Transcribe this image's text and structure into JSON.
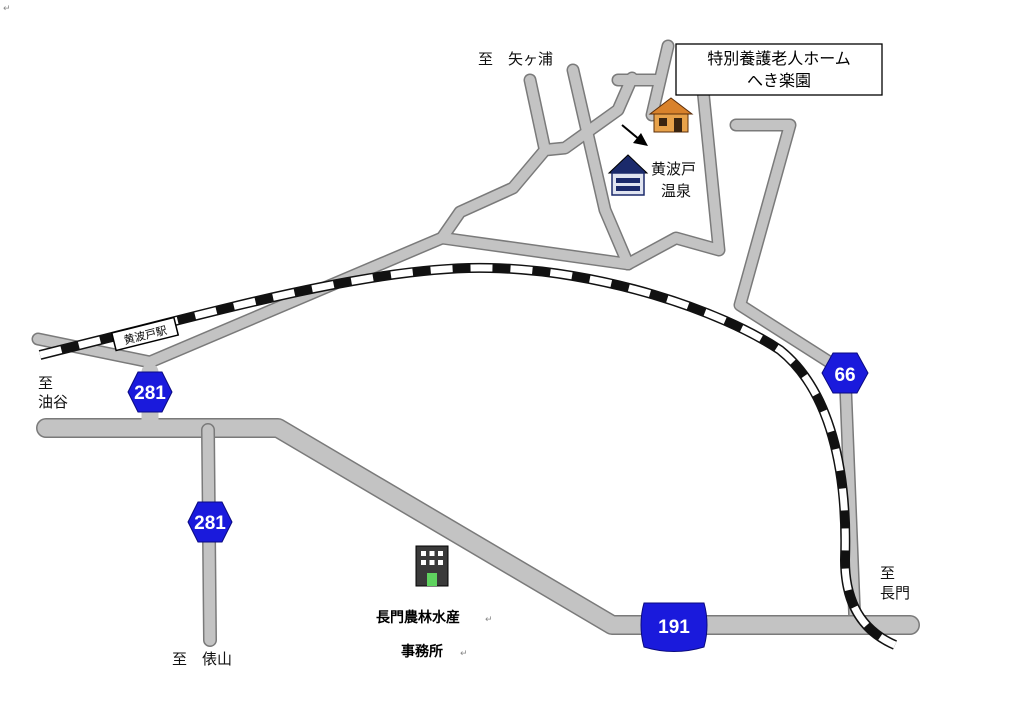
{
  "labels": {
    "to_yakeura": "至　矢ヶ浦",
    "to_aburatani_line1": "至",
    "to_aburatani_line2": "油谷",
    "to_nagato_line1": "至",
    "to_nagato_line2": "長門",
    "to_tawarayama": "至　俵山",
    "onsen_line1": "黄波戸",
    "onsen_line2": "温泉",
    "office_line1": "長門農林水産",
    "office_line2": "事務所",
    "station": "黄波戸駅"
  },
  "nursing_home": {
    "line1": "特別養護老人ホーム",
    "line2": "へき楽園"
  },
  "shields": {
    "r281_upper": "281",
    "r281_lower": "281",
    "r66": "66",
    "r191": "191"
  },
  "return_marks": {
    "top_left": "↵",
    "office_line1": "↵",
    "office_line2": "↵"
  },
  "colors": {
    "road_fill": "#c3c3c3",
    "road_edge": "#7a7a7a",
    "shield": "#1a1adc",
    "rail_dark": "#111111",
    "building_orange": "#d9822b",
    "building_navy": "#1b2a6b"
  },
  "icons": {
    "nursing_home": "house-icon",
    "onsen": "onsen-building-icon",
    "office": "office-building-icon",
    "direction": "arrow-icon"
  }
}
